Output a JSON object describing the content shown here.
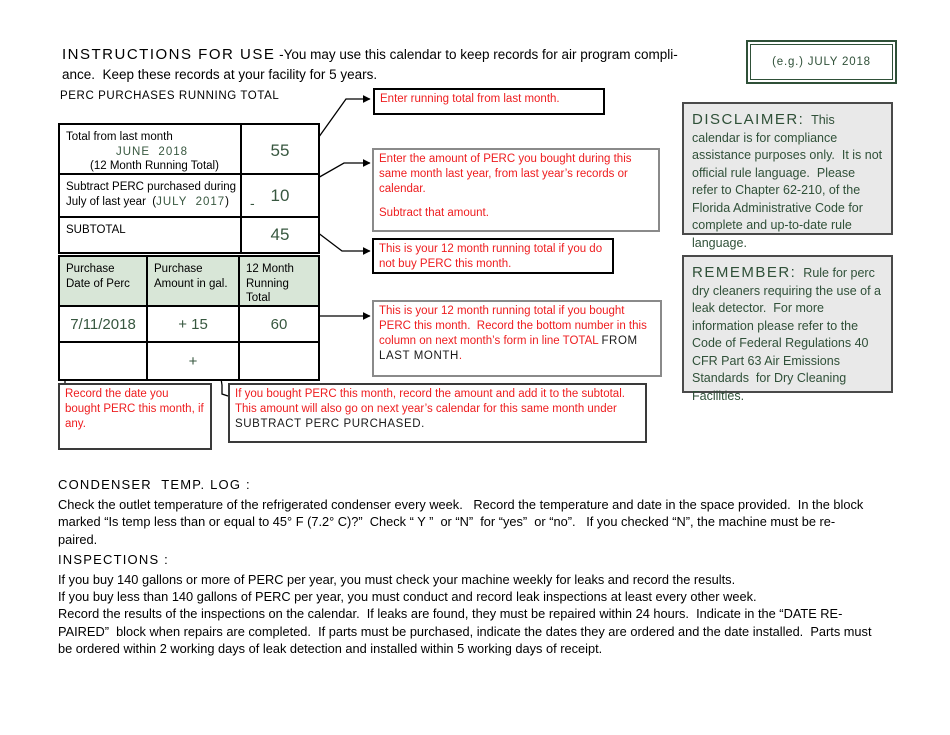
{
  "colors": {
    "dark_green": "#37573f",
    "red": "#ee1d1f",
    "table_header_bg": "#d8e6d7",
    "gray_box_bg": "#e9e9e9",
    "border_black": "#000000"
  },
  "header": {
    "title": "INSTRUCTIONS FOR USE",
    "dash": " -",
    "line1_rest": "You may use this calendar to keep records for air program compli-",
    "line2": "ance.  Keep these records at your facility for 5 years."
  },
  "example_box": {
    "label": "(e.g.) JULY  2018"
  },
  "section_label": "PERC PURCHASES RUNNING TOTAL",
  "summary_table": {
    "row1": {
      "l1": "Total from last month",
      "l2": "JUNE  2018",
      "l3": "(12 Month Running Total)",
      "value": "55"
    },
    "row2": {
      "l1": "Subtract PERC purchased during",
      "l2a": "July of last year  (",
      "l2b": "JULY  2017",
      "l2c": ")",
      "minus": "-",
      "value": "10"
    },
    "row3": {
      "label": "SUBTOTAL",
      "value": "45"
    }
  },
  "purchase_table": {
    "header": {
      "col1": "Purchase Date of Perc",
      "col2": "Purchase Amount in gal.",
      "col3": "12 Month Running Total"
    },
    "row1": {
      "date": "7/11/2018",
      "amount": "+ 15",
      "total": "60"
    },
    "row2": {
      "date": "",
      "amount": "+",
      "total": ""
    }
  },
  "callouts": {
    "running_total": "Enter running total from last month.",
    "subtract_line1": "Enter the amount of PERC you bought during this same month last year, from last year’s records or calendar.",
    "subtract_line2": "Subtract that amount.",
    "not_bought": "This is your 12 month running total if you do not buy PERC this month.",
    "bought_red": "This is your 12 month running total if you bought PERC this month.  Record the bottom number in this column on next month’s form in line TOTAL ",
    "bought_black": "FROM LAST MONTH",
    "bought_tail": ".",
    "record_date": "Record the date you bought PERC this month, if any.",
    "record_amount_red": "If you bought PERC this month, record the amount and add it to the subtotal.  This amount will also go on next year’s calendar for this same month under ",
    "record_amount_black": "SUBTRACT PERC PURCHASED."
  },
  "disclaimer": {
    "title": "DISCLAIMER:",
    "body": "  This calendar is for compliance assistance purposes only.  It is not official rule language.  Please refer to Chapter 62-210, of the Florida Administrative Code for complete and up-to-date rule language."
  },
  "remember": {
    "title": "REMEMBER:",
    "body": "  Rule for perc dry cleaners requiring the use of a leak detector.  For more information please refer to the Code of Federal Regulations 40 CFR Part 63 Air Emissions Standards  for Dry Cleaning Facilities."
  },
  "condenser": {
    "heading": "CONDENSER  TEMP. LOG :",
    "lines": [
      "Check the outlet temperature of the refrigerated condenser every week.   Record the temperature and date in the space provided.  In the block",
      "marked “Is temp less than or equal to 45° F (7.2° C)?”  Check “ Y ”  or “N”  for “yes”  or “no”.   If you checked “N”, the machine must be re-",
      "paired."
    ]
  },
  "inspections": {
    "heading": "INSPECTIONS :",
    "lines": [
      "If you buy 140 gallons or more of PERC per year, you must check your machine weekly for leaks and record the results.",
      "If you buy less than 140 gallons of PERC per year, you must conduct and record leak inspections at least every other week.",
      "Record the results of the inspections on the calendar.  If leaks are found, they must be repaired within 24 hours.  Indicate in the “DATE RE-",
      "PAIRED”  block when repairs are completed.  If parts must be purchased, indicate the dates they are ordered and the date installed.  Parts must",
      "be ordered within 2 working days of leak detection and installed within 5 working days of receipt."
    ]
  }
}
